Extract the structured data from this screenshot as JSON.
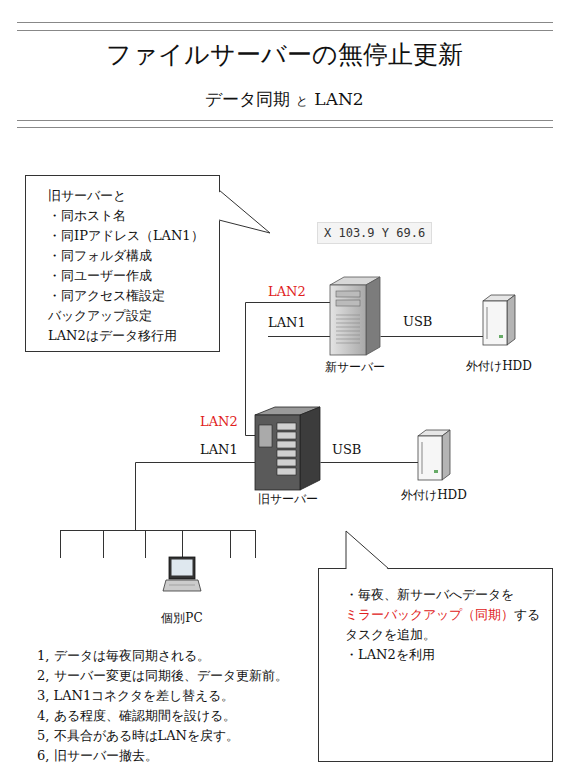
{
  "diagram": {
    "title": "ファイルサーバーの無停止更新",
    "nodes": [
      {
        "text": [
          "旧サーバーと",
          "・同ホスト名",
          "・同IPアドレス（LAN1）",
          "・同フォルダ構成",
          "・同ユーザー作成",
          "・同アクセス権設定",
          "バックアップ設定",
          "LAN2はデータ移行用"
        ]
      },
      {
        "text": [
          "新サーバー"
        ]
      },
      {
        "text": [
          "外付けHDD"
        ]
      },
      {
        "text": [
          "旧サーバー"
        ]
      },
      {
        "text": [
          "外付けHDD"
        ]
      },
      {
        "text": [
          "個別PC"
        ]
      },
      {
        "text": [
          "・毎夜、新サーバへデータを",
          "ミラーバックアップ（同期）",
          "する",
          "タスクを追加。",
          "・LAN2を利用"
        ]
      }
    ],
    "edges": [
      {
        "from": 1,
        "to": 2,
        "label": "USB",
        "arrow": "none"
      },
      {
        "from": 3,
        "to": 1,
        "label": "LAN2",
        "arrow": "none"
      },
      {
        "from": 3,
        "to": 4,
        "label": "USB",
        "arrow": "none"
      },
      {
        "from": 3,
        "to": 5,
        "label": "LAN1",
        "arrow": "none"
      }
    ],
    "labels": [
      "データ同期",
      "と",
      "LAN2",
      "X 103.9 Y 69.6",
      "LAN2",
      "LAN1",
      "1, データは毎夜同期される。",
      "2, サーバー変更は同期後、データ更新前。",
      "3, LAN1コネクタを差し替える。",
      "4, ある程度、確認期間を設ける。",
      "5, 不具合がある時はLANを戻す。",
      "6, 旧サーバー撤去。"
    ]
  }
}
